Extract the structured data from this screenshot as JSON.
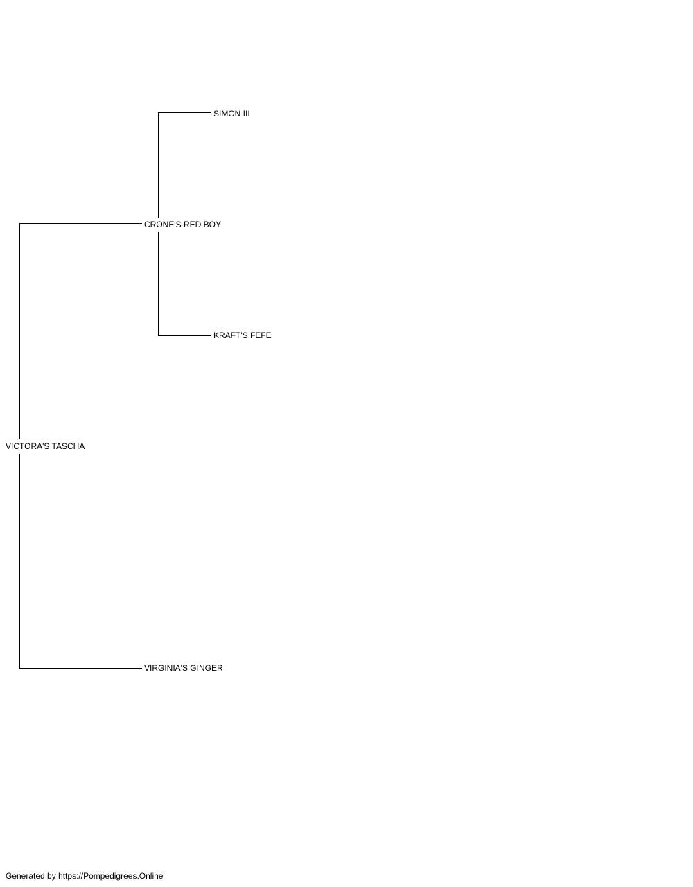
{
  "pedigree": {
    "subject": "VICTORA'S TASCHA",
    "sire": "CRONE'S RED BOY",
    "dam": "VIRGINIA'S GINGER",
    "sire_sire": "SIMON III",
    "sire_dam": "KRAFT'S FEFE"
  },
  "footer": {
    "text": "Generated by https://Pompedigrees.Online"
  },
  "colors": {
    "line": "#000000",
    "text": "#000000",
    "background": "#ffffff"
  }
}
